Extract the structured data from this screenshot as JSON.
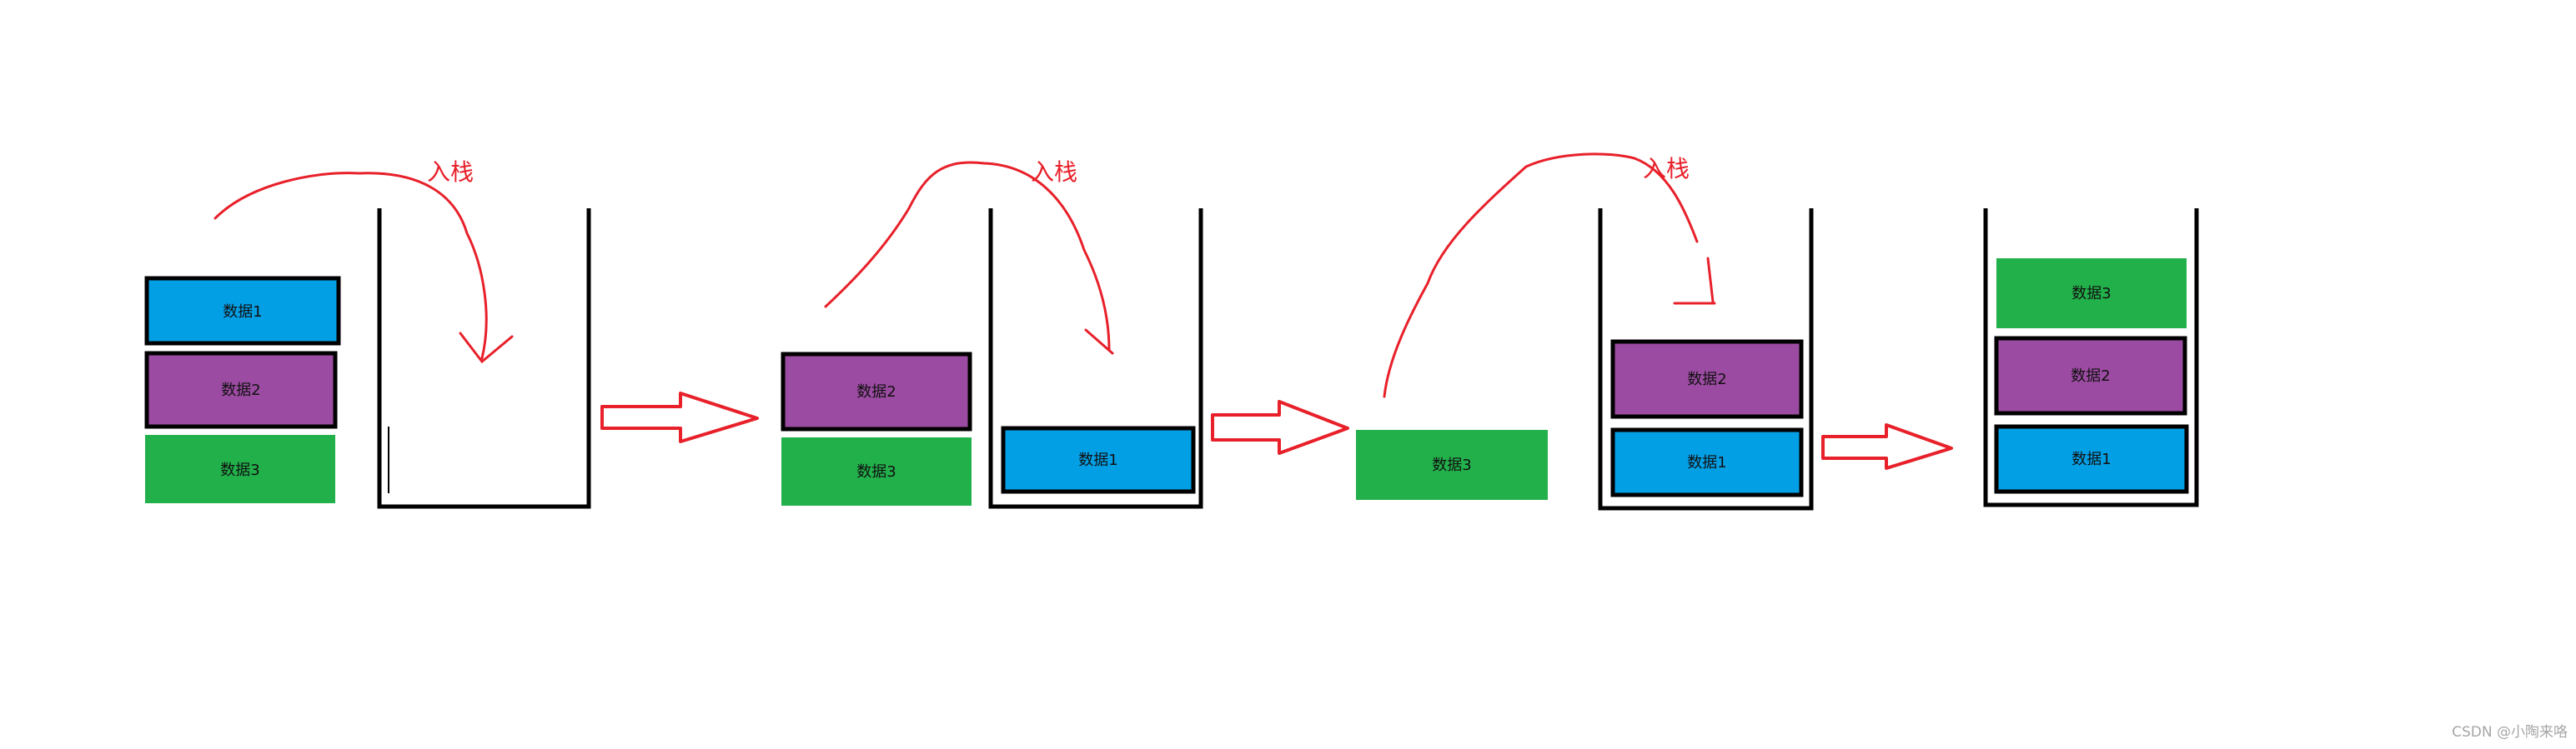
{
  "colors": {
    "data1": "#039fe5",
    "data2": "#9b4ba1",
    "data3": "#22b04b",
    "annotation": "#e8202a",
    "outline": "#000000"
  },
  "labels": {
    "data1": "数据1",
    "data2": "数据2",
    "data3": "数据3",
    "push": "入栈"
  },
  "watermark": "CSDN @小陶来咯"
}
